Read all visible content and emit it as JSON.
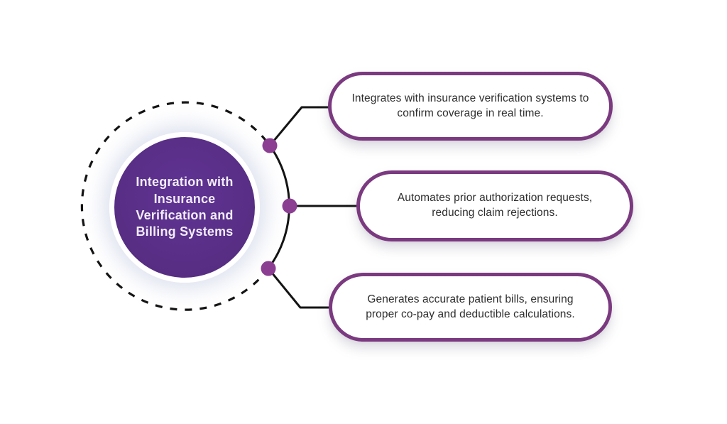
{
  "diagram": {
    "central": {
      "title": "Integration with\nInsurance\nVerification and\nBilling Systems"
    },
    "items": [
      {
        "text": "Integrates with insurance verification systems to\nconfirm coverage in real time."
      },
      {
        "text": "Automates prior authorization requests,\nreducing claim rejections."
      },
      {
        "text": "Generates accurate patient bills, ensuring\nproper co-pay and deductible calculations."
      }
    ],
    "colors": {
      "background": "#ffffff",
      "circle_fill": "#562d82",
      "circle_ring": "#ffffff",
      "circle_text": "#f1ecf9",
      "box_border": "#7b3a80",
      "box_fill": "#ffffff",
      "box_text": "#2d2d2d",
      "connector": "#141414",
      "node_dot": "#8b3e92"
    }
  }
}
